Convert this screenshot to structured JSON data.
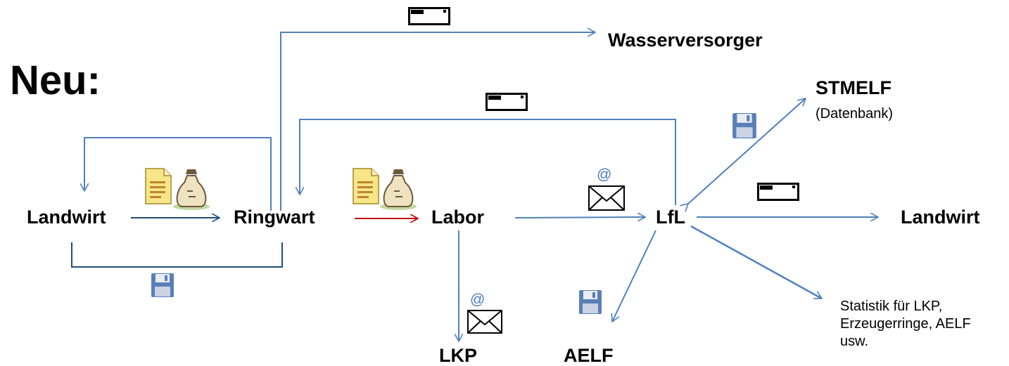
{
  "title": "Neu:",
  "nodes": {
    "landwirt_left": "Landwirt",
    "ringwart": "Ringwart",
    "labor": "Labor",
    "lfl": "LfL",
    "landwirt_right": "Landwirt",
    "wasserversorger": "Wasserversorger",
    "stmelf": "STMELF",
    "stmelf_sub": "(Datenbank)",
    "lkp": "LKP",
    "aelf": "AELF",
    "statistik_line1": "Statistik für LKP,",
    "statistik_line2": "Erzeugerringe, AELF",
    "statistik_line3": "usw."
  },
  "email_at_symbol": "@",
  "icons": [
    "letter-icon",
    "envelope-icon",
    "floppy-disk-icon",
    "document-icon",
    "sample-bag-icon"
  ],
  "colors": {
    "edge": "#4f81bd",
    "edge_dark": "#1f4e79",
    "edge_red": "#c00000",
    "text": "#000000"
  }
}
